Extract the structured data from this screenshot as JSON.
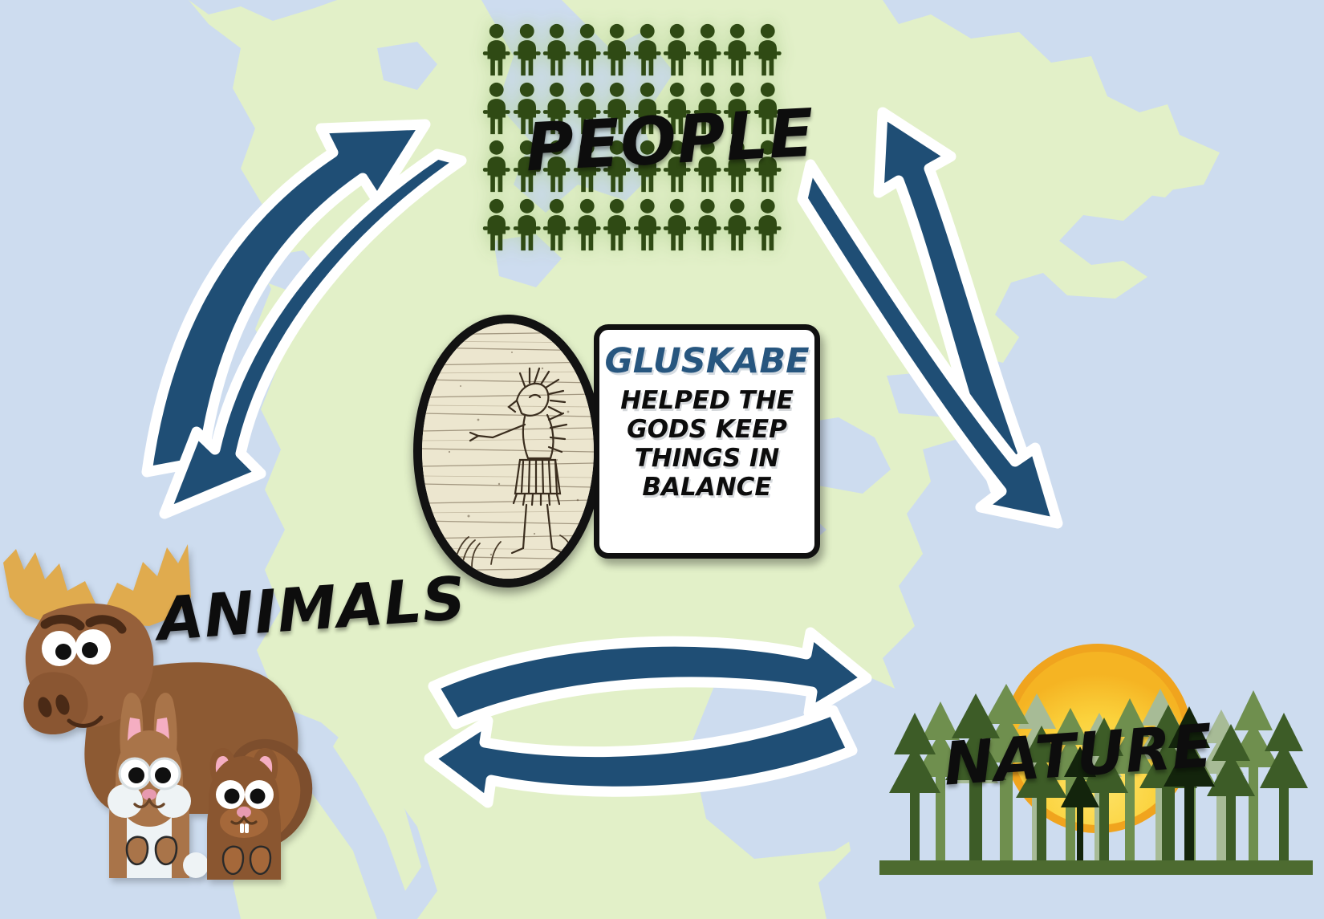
{
  "diagram": {
    "type": "cycle-relationship",
    "title_nodes": [
      "PEOPLE",
      "ANIMALS",
      "NATURE"
    ],
    "background": {
      "kind": "map",
      "land_color": "#e2f0c8",
      "water_color": "#cddcef",
      "region_hint": "northeastern north america"
    },
    "colors": {
      "arrow_fill": "#1f4e75",
      "arrow_outline": "#ffffff",
      "label_fill": "#0d0d0d",
      "label_outline": "#ffffff",
      "people_icon": "#2f4a14",
      "card_title": "#27567f",
      "card_bg": "#ffffff",
      "card_border": "#101010",
      "sun_core": "#fbd23c",
      "sun_rim": "#f0a41e",
      "petroglyph_bg": "#ece6cf"
    }
  },
  "nodes": [
    {
      "id": "people",
      "label": "PEOPLE",
      "icon": "people-group-icon",
      "icon_count": 40
    },
    {
      "id": "animals",
      "label": "ANIMALS",
      "icon": "moose-rabbit-squirrel-icon"
    },
    {
      "id": "nature",
      "label": "NATURE",
      "icon": "sunrise-forest-icon"
    }
  ],
  "center": {
    "portrait": {
      "name": "gluskabe-petroglyph",
      "alt": "Gluskabe petroglyph drawing"
    },
    "card": {
      "title": "GLUSKABE",
      "lines": [
        "HELPED THE",
        "GODS KEEP",
        "THINGS IN",
        "BALANCE"
      ]
    }
  },
  "connections": [
    {
      "id": "people-animals",
      "from": "PEOPLE",
      "to": "ANIMALS",
      "style": "double-headed-curved-pair",
      "side": "left"
    },
    {
      "id": "people-nature",
      "from": "PEOPLE",
      "to": "NATURE",
      "style": "double-headed-curved-pair",
      "side": "right"
    },
    {
      "id": "animals-nature",
      "from": "ANIMALS",
      "to": "NATURE",
      "style": "double-headed-curved-pair",
      "side": "bottom"
    }
  ]
}
